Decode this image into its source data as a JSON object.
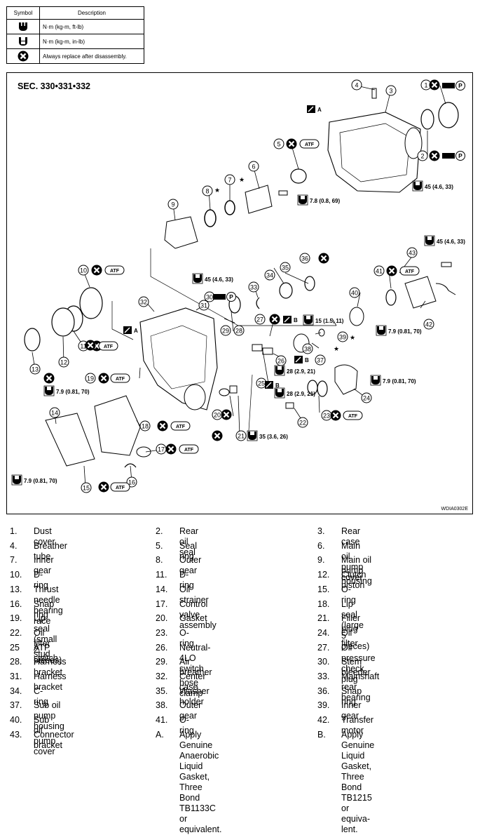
{
  "legend": {
    "headers": {
      "symbol": "Symbol",
      "description": "Description"
    },
    "rows": [
      {
        "icon": "torque-wrench-ftlb-icon",
        "text": "N·m (kg-m, ft-lb)"
      },
      {
        "icon": "torque-wrench-inlb-icon",
        "text": "N·m (kg-m, in-lb)"
      },
      {
        "icon": "replace-x-icon",
        "text": "Always replace after disassembly."
      }
    ]
  },
  "diagram": {
    "section": "SEC. 330•331•332",
    "code": "WDIA0302E",
    "callouts": [
      "1",
      "2",
      "3",
      "4",
      "5",
      "6",
      "7",
      "8",
      "9",
      "10",
      "11",
      "12",
      "13",
      "14",
      "15",
      "16",
      "17",
      "18",
      "19",
      "20",
      "21",
      "22",
      "23",
      "24",
      "25",
      "26",
      "27",
      "28",
      "29",
      "30",
      "31",
      "32",
      "33",
      "34",
      "35",
      "36",
      "37",
      "38",
      "39",
      "40",
      "41",
      "42",
      "43"
    ],
    "letters": [
      "A",
      "A",
      "B",
      "B",
      "P",
      "P",
      "P"
    ],
    "atf": "ATF",
    "star": "★",
    "torques": [
      "7.8 (0.8, 69)",
      "45 (4.6, 33)",
      "45 (4.6, 33)",
      "45 (4.6, 33)",
      "15 (1.5, 11)",
      "7.9 (0.81, 70)",
      "28 (2.9, 21)",
      "7.9 (0.81, 70)",
      "7.9 (0.81, 70)",
      "28 (2.9, 21)",
      "35 (3.6, 26)",
      "7.9 (0.81, 70)"
    ]
  },
  "parts": [
    {
      "n": "1.",
      "d": "Dust cover"
    },
    {
      "n": "2.",
      "d": "Rear oil seal"
    },
    {
      "n": "3.",
      "d": "Rear case"
    },
    {
      "n": "4.",
      "d": "Breather tube"
    },
    {
      "n": "5.",
      "d": "Seal ring"
    },
    {
      "n": "6.",
      "d": "Main oil pump cover"
    },
    {
      "n": "7.",
      "d": "Inner gear"
    },
    {
      "n": "8.",
      "d": "Outer gear"
    },
    {
      "n": "9.",
      "d": "Main oil pump housing"
    },
    {
      "n": "10.",
      "d": "D-ring"
    },
    {
      "n": "11.",
      "d": "D-ring"
    },
    {
      "n": "12.",
      "d": "Clutch piston"
    },
    {
      "n": "13.",
      "d": "Thrust needle bearing race"
    },
    {
      "n": "14.",
      "d": "Oil strainer"
    },
    {
      "n": "15.",
      "d": "O-ring"
    },
    {
      "n": "16.",
      "d": "Snap ring"
    },
    {
      "n": "17.",
      "d": "Control valve assembly"
    },
    {
      "n": "18.",
      "d": "Lip seal (large 5 pieces)"
    },
    {
      "n": "19.",
      "d": "Lip seal (small 2 pieces)"
    },
    {
      "n": "20.",
      "d": "Gasket"
    },
    {
      "n": "21.",
      "d": "Filler plug"
    },
    {
      "n": "22.",
      "d": "Oil filter stud"
    },
    {
      "n": "23.",
      "d": "O-ring"
    },
    {
      "n": "24.",
      "d": "Oil filter"
    },
    {
      "n": "25",
      "d": "ATP switch"
    },
    {
      "n": "26.",
      "d": "Neutral-4LO switch"
    },
    {
      "n": "27.",
      "d": "Oil pressure check plug"
    },
    {
      "n": "28.",
      "d": "Harness bracket"
    },
    {
      "n": "29.",
      "d": "Air breather hose clamp"
    },
    {
      "n": "30.",
      "d": "Stem bleeder"
    },
    {
      "n": "31.",
      "d": "Harness bracket"
    },
    {
      "n": "32.",
      "d": "Center case"
    },
    {
      "n": "33.",
      "d": "Mainshaft rear bearing"
    },
    {
      "n": "34.",
      "d": "C-ring"
    },
    {
      "n": "35.",
      "d": "Washer holder"
    },
    {
      "n": "36.",
      "d": "Snap ring"
    },
    {
      "n": "37.",
      "d": "Sub oil pump housing"
    },
    {
      "n": "38.",
      "d": "Outer gear"
    },
    {
      "n": "39.",
      "d": "Inner gear"
    },
    {
      "n": "40.",
      "d": "Sub oil pump cover"
    },
    {
      "n": "41.",
      "d": "O-ring"
    },
    {
      "n": "42.",
      "d": "Transfer motor"
    },
    {
      "n": "43.",
      "d": "Connector bracket"
    },
    {
      "n": "A.",
      "d": "Apply Genuine Anaerobic Liquid\nGasket, Three Bond TB1133C or\nequivalent."
    },
    {
      "n": "B.",
      "d": "Apply Genuine Liquid Gasket,\nThree Bond TB1215 or equiva-\nlent."
    }
  ]
}
